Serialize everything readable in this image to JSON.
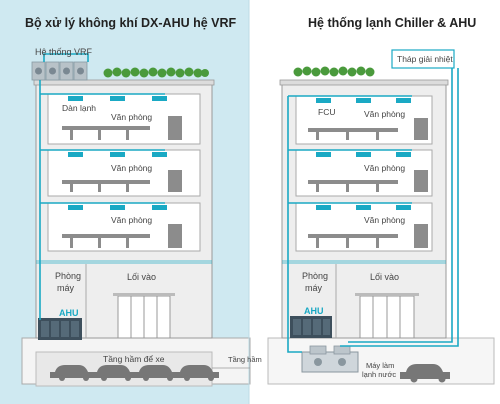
{
  "left_panel": {
    "title": "Bộ xử lý không khí DX-AHU hệ VRF",
    "labels": {
      "vrf_system": "Hệ thống VRF",
      "indoor_unit": "Dàn lạnh",
      "office_1": "Văn phòng",
      "office_2": "Văn phòng",
      "office_3": "Văn phòng",
      "machine_room_l1": "Phòng",
      "machine_room_l2": "máy",
      "entrance": "Lối vào",
      "ahu": "AHU",
      "basement_parking": "Tầng hầm để xe"
    }
  },
  "right_panel": {
    "title": "Hệ thống lạnh Chiller & AHU",
    "labels": {
      "cooling_tower": "Tháp giải nhiệt",
      "fcu": "FCU",
      "office_1": "Văn phòng",
      "office_2": "Văn phòng",
      "office_3": "Văn phòng",
      "machine_room_l1": "Phòng",
      "machine_room_l2": "máy",
      "entrance": "Lối vào",
      "ahu": "AHU",
      "chiller_l1": "Máy làm",
      "chiller_l2": "lạnh nước"
    }
  },
  "basement_label": "Tầng hầm",
  "colors": {
    "left_bg": "#cfe9f1",
    "pipe": "#1aa9c4",
    "unit": "#1aa9c4",
    "building_fill": "#eeeeee",
    "building_stroke": "#999999",
    "greenery": "#4a9a3c"
  }
}
